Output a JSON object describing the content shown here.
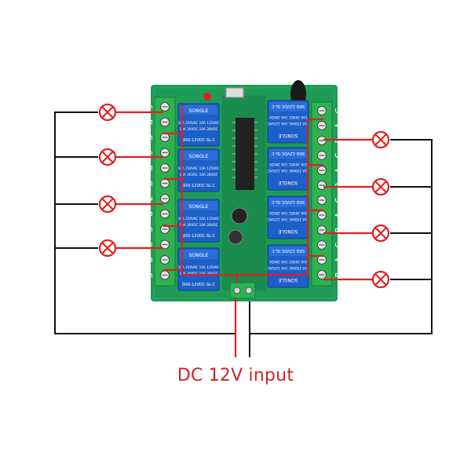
{
  "caption": "DC 12V input",
  "left_terminals": [
    "6",
    "B",
    "C",
    "6",
    "B",
    "C",
    "7",
    "B",
    "C",
    "8",
    "B",
    "C"
  ],
  "right_terminals": [
    "C",
    "A",
    "B",
    "C",
    "A",
    "B",
    "C",
    "A",
    "B",
    "C",
    "A",
    "B"
  ],
  "relay": {
    "brand": "SONGLE",
    "model": "SRD-12VDC-SL-C",
    "rating_1": "10A 250VAC 10A 125VAC",
    "rating_2": "10A 30VDC 10A 28VDC"
  },
  "colors": {
    "board": "#1f9b57",
    "wire_red": "#e02020",
    "wire_black": "#111111",
    "relay_blue": "#1d5fc8",
    "terminal_green": "#2bb34f",
    "caption": "#c8262c"
  },
  "icons": [
    "lamp-icon"
  ]
}
